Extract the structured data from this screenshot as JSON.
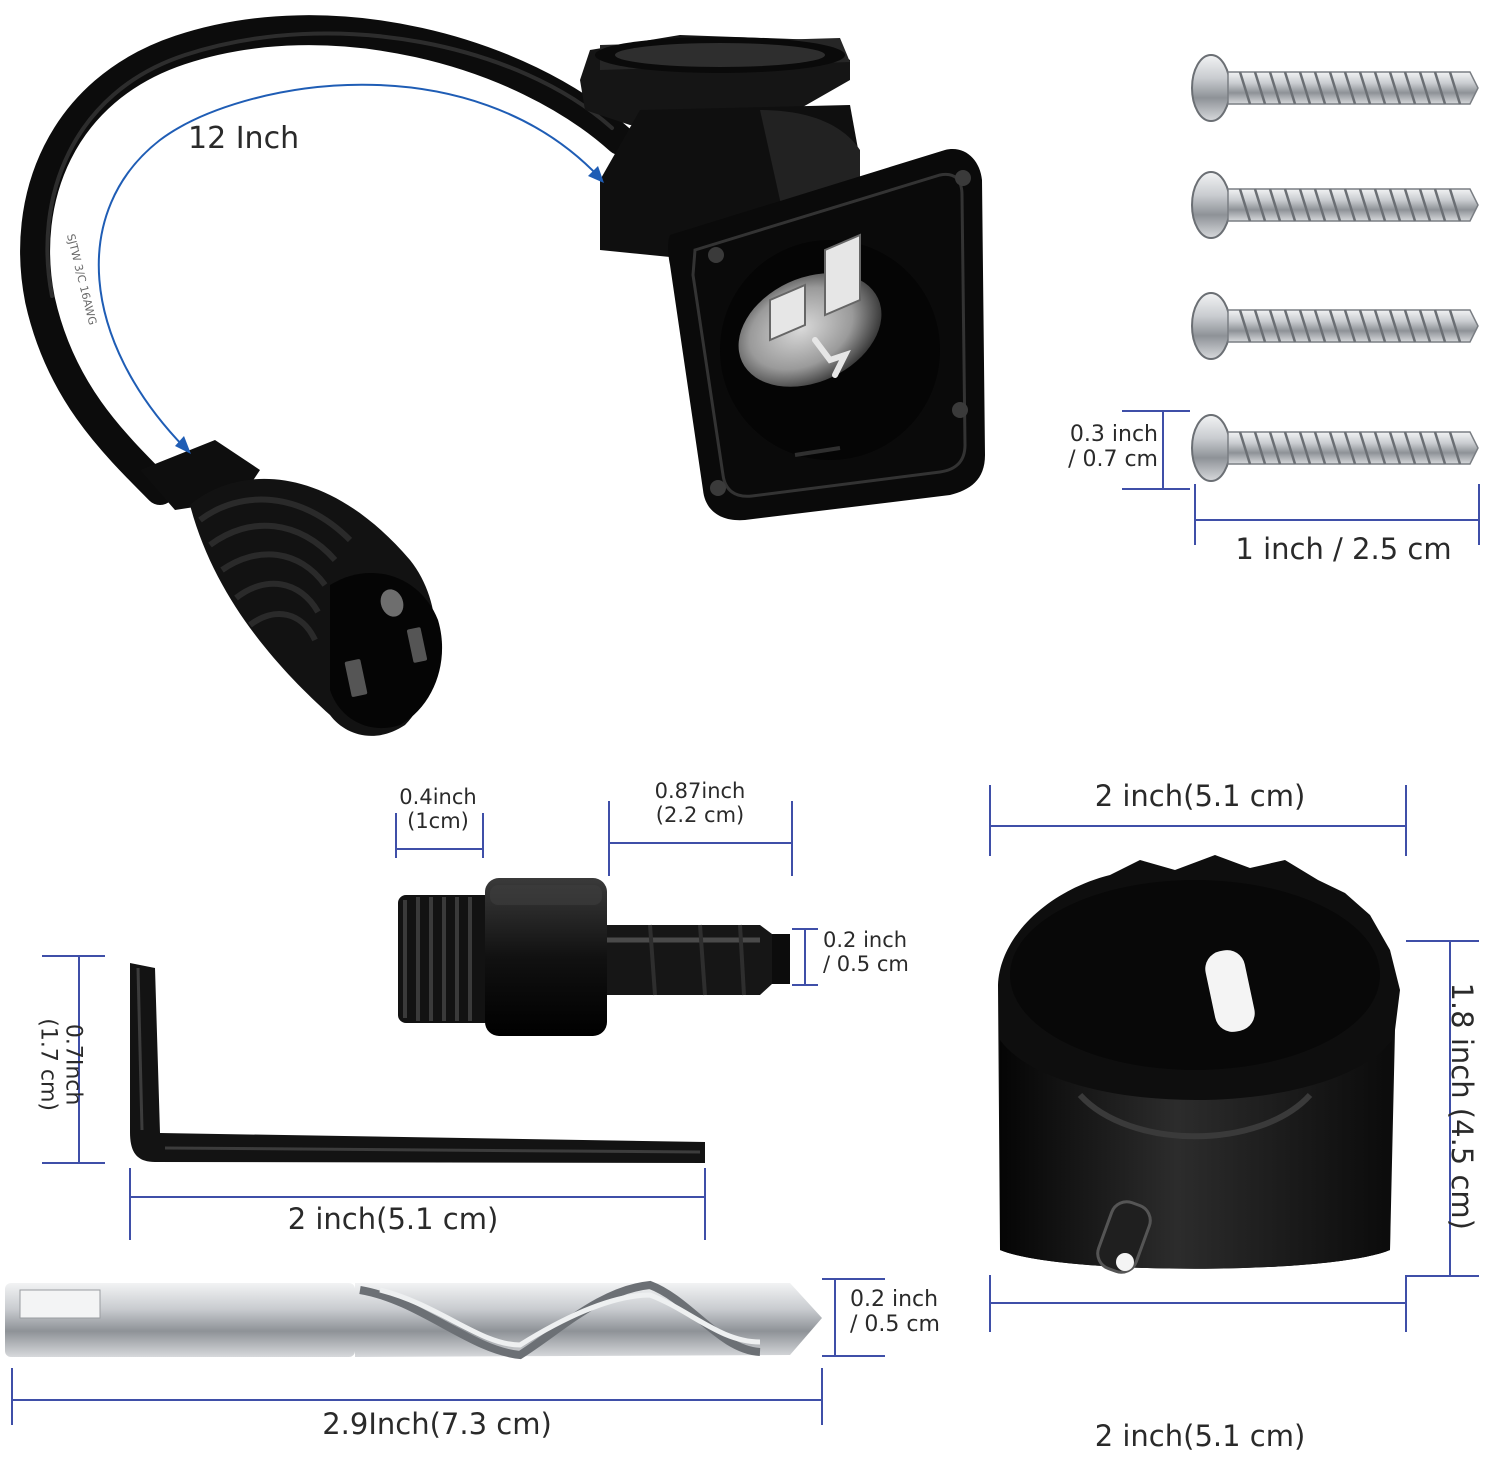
{
  "labels": {
    "cord_length": "12 Inch",
    "screw_head_line1": "0.3 inch",
    "screw_head_line2": "/ 0.7 cm",
    "screw_length": "1 inch / 2.5 cm",
    "adapter_thread_line1": "0.4inch",
    "adapter_thread_line2": "(1cm)",
    "adapter_shank_line1": "0.87inch",
    "adapter_shank_line2": "(2.2 cm)",
    "adapter_hex_line1": "0.2 inch",
    "adapter_hex_line2": "/ 0.5 cm",
    "wrench_height_line1": "0.7Inch",
    "wrench_height_line2": "(1.7 cm)",
    "wrench_length": "2 inch(5.1 cm)",
    "drill_diameter_line1": "0.2 inch",
    "drill_diameter_line2": "/ 0.5 cm",
    "drill_length": "2.9Inch(7.3 cm)",
    "holesaw_top_width": "2 inch(5.1 cm)",
    "holesaw_height": "1.8 inch (4.5 cm)",
    "holesaw_bottom_width": "2 inch(5.1 cm)",
    "cord_print": "SJTW 3/C 16AWG"
  },
  "colors": {
    "dimension_line": "#3f4fa8",
    "arrow": "#1f5db5",
    "product_black": "#141414",
    "steel": "#b9bcc0"
  }
}
